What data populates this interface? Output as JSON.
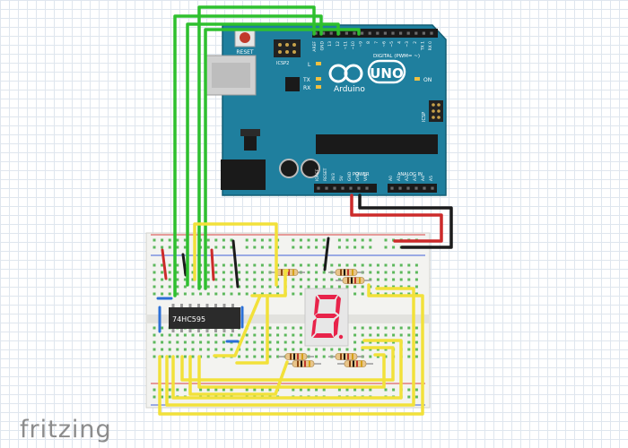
{
  "app": {
    "brand": "fritzing"
  },
  "arduino": {
    "logo": "UNO",
    "brand": "Arduino",
    "reset_label": "RESET",
    "icsp2_label": "ICSP2",
    "icsp_label": "ICSP",
    "on_label": "ON",
    "digital_label": "DIGITAL (PWM= ~)",
    "power_label": "POWER",
    "analog_label": "ANALOG IN",
    "led_labels": {
      "l": "L",
      "tx": "TX",
      "rx": "RX"
    },
    "digital_pins": [
      "AREF",
      "GND",
      "13",
      "12",
      "~11",
      "~10",
      "~9",
      "8",
      "7",
      "~6",
      "~5",
      "4",
      "~3",
      "2",
      "TX 1",
      "RX 0"
    ],
    "power_pins": [
      "IOREF",
      "RESET",
      "3V3",
      "5V",
      "GND",
      "GND",
      "VIN"
    ],
    "analog_pins": [
      "A0",
      "A1",
      "A2",
      "A3",
      "A4",
      "A5"
    ]
  },
  "ic": {
    "label": "74HC595"
  },
  "colors": {
    "board": "#1f7f9e",
    "board_dark": "#17637c",
    "breadboard": "#f3f3f0",
    "wire_green": "#2ec02e",
    "wire_yellow": "#f2e13a",
    "wire_red": "#cc2a2a",
    "wire_black": "#1b1b1b",
    "wire_blue": "#2a6fd6",
    "segment": "#e8234a",
    "display_body": "#e7e7e7"
  }
}
